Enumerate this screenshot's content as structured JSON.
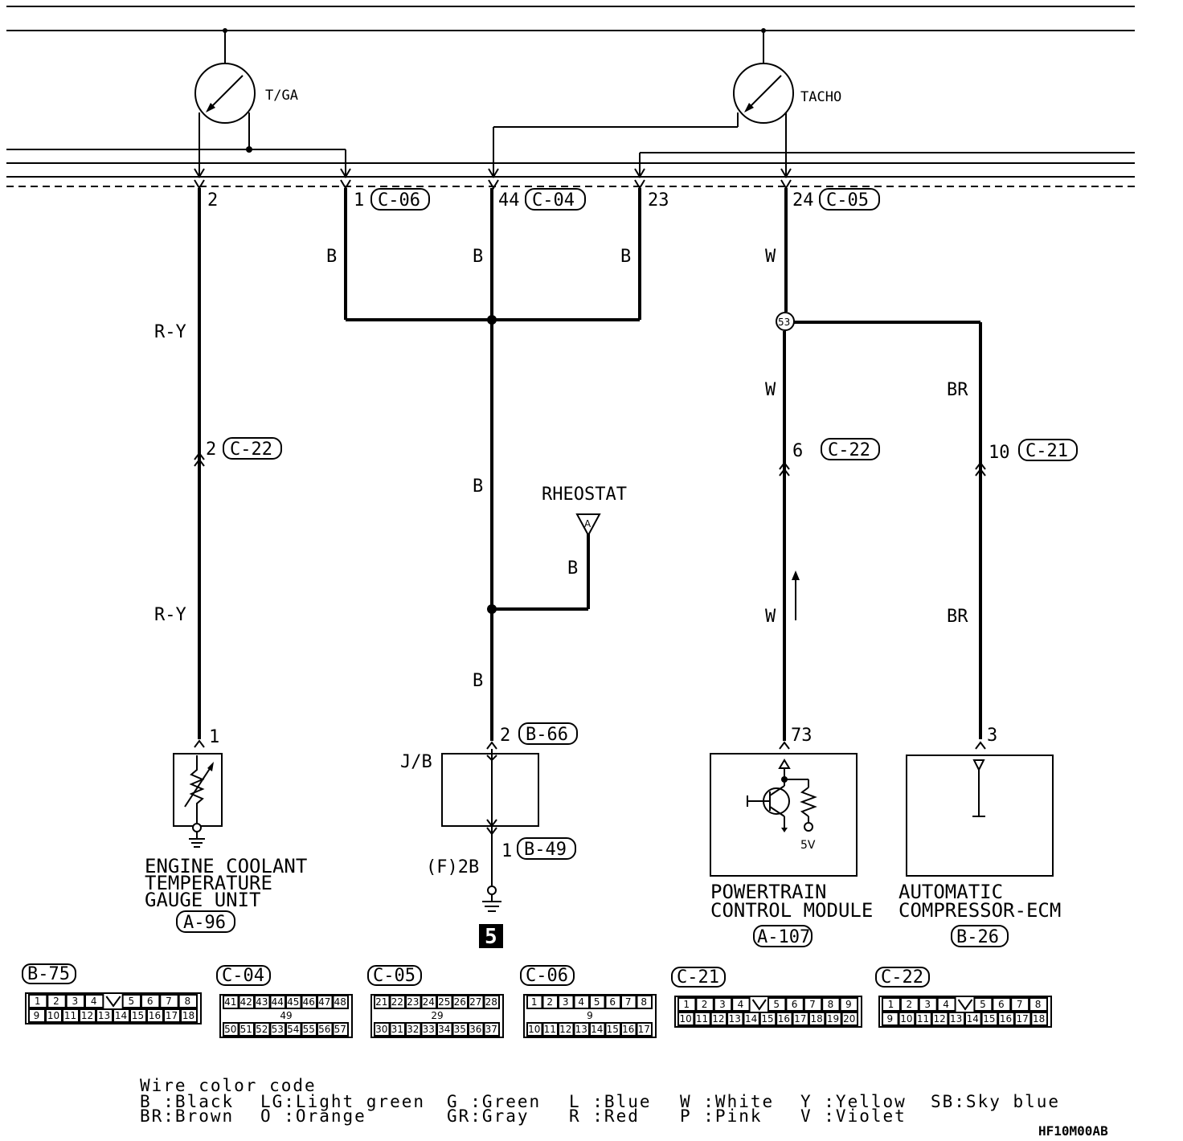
{
  "gauges": {
    "temp_gauge": "T/GA",
    "tacho": "TACHO"
  },
  "terminals": {
    "t2": "2",
    "t1": "1",
    "c06": "C-06",
    "t44": "44",
    "c04": "C-04",
    "t23": "23",
    "t24": "24",
    "c05": "C-05"
  },
  "wires": {
    "b1": "B",
    "b2": "B",
    "b3": "B",
    "w1": "W",
    "ry1": "R-Y",
    "ry2": "R-Y",
    "b4": "B",
    "b5": "B",
    "b6": "B",
    "w2": "W",
    "w3": "W",
    "br1": "BR",
    "br2": "BR"
  },
  "junction": "53",
  "connectors_mid": {
    "c22a_pin": "2",
    "c22a": "C-22",
    "c22b_pin": "6",
    "c22b": "C-22",
    "c21_pin": "10",
    "c21": "C-21"
  },
  "rheostat": {
    "label": "RHEOSTAT",
    "symbol": "A"
  },
  "components": {
    "ect": {
      "pin": "1",
      "line1": "ENGINE COOLANT",
      "line2": "TEMPERATURE",
      "line3": "GAUGE UNIT",
      "conn": "A-96"
    },
    "jb": {
      "label": "J/B",
      "pin_top": "2",
      "conn_top": "B-66",
      "pin_bottom": "1",
      "conn_bottom": "B-49",
      "ground_note": "(F)2B"
    },
    "ground_number": "5",
    "pcm": {
      "pin": "73",
      "voltage": "5V",
      "line1": "POWERTRAIN",
      "line2": "CONTROL MODULE",
      "conn": "A-107"
    },
    "acecm": {
      "pin": "3",
      "line1": "AUTOMATIC",
      "line2": "COMPRESSOR-ECM",
      "conn": "B-26"
    }
  },
  "connector_faces": [
    {
      "name": "B-75",
      "top": [
        "1",
        "2",
        "3",
        "4",
        "5",
        "6",
        "7",
        "8"
      ],
      "bottom": [
        "9",
        "10",
        "11",
        "12",
        "13",
        "14",
        "15",
        "16",
        "17",
        "18"
      ]
    },
    {
      "name": "C-04",
      "top": [
        "41",
        "42",
        "43",
        "44",
        "45",
        "46",
        "47",
        "48"
      ],
      "middle": "49",
      "bottom": [
        "50",
        "51",
        "52",
        "53",
        "54",
        "55",
        "56",
        "57"
      ]
    },
    {
      "name": "C-05",
      "top": [
        "21",
        "22",
        "23",
        "24",
        "25",
        "26",
        "27",
        "28"
      ],
      "middle": "29",
      "bottom": [
        "30",
        "31",
        "32",
        "33",
        "34",
        "35",
        "36",
        "37"
      ]
    },
    {
      "name": "C-06",
      "top": [
        "1",
        "2",
        "3",
        "4",
        "5",
        "6",
        "7",
        "8"
      ],
      "middle": "9",
      "bottom": [
        "10",
        "11",
        "12",
        "13",
        "14",
        "15",
        "16",
        "17"
      ]
    },
    {
      "name": "C-21",
      "top": [
        "1",
        "2",
        "3",
        "4",
        "5",
        "6",
        "7",
        "8",
        "9"
      ],
      "bottom": [
        "10",
        "11",
        "12",
        "13",
        "14",
        "15",
        "16",
        "17",
        "18",
        "19",
        "20"
      ]
    },
    {
      "name": "C-22",
      "top": [
        "1",
        "2",
        "3",
        "4",
        "5",
        "6",
        "7",
        "8"
      ],
      "bottom": [
        "9",
        "10",
        "11",
        "12",
        "13",
        "14",
        "15",
        "16",
        "17",
        "18"
      ]
    }
  ],
  "legend": {
    "title": "Wire color code",
    "b": "B :Black",
    "br": "BR:Brown",
    "lg": "LG:Light green",
    "o": "O :Orange",
    "g": "G :Green",
    "gr": "GR:Gray",
    "l": "L :Blue",
    "r": "R :Red",
    "w": "W :White",
    "p": "P :Pink",
    "y": "Y :Yellow",
    "v": "V :Violet",
    "sb": "SB:Sky blue"
  },
  "figure_code": "HF10M00AB"
}
